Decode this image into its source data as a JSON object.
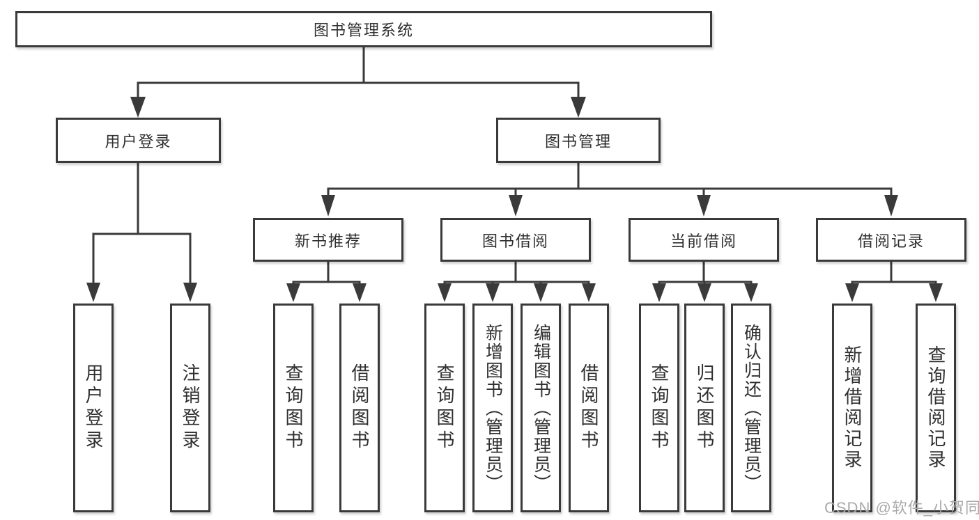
{
  "diagram": {
    "type": "hierarchy-tree",
    "root": {
      "label": "图书管理系统",
      "children": [
        {
          "label": "用户登录",
          "children": [
            {
              "label": "用户登录"
            },
            {
              "label": "注销登录"
            }
          ]
        },
        {
          "label": "图书管理",
          "children": [
            {
              "label": "新书推荐",
              "children": [
                {
                  "label": "查询图书"
                },
                {
                  "label": "借阅图书"
                }
              ]
            },
            {
              "label": "图书借阅",
              "children": [
                {
                  "label": "查询图书"
                },
                {
                  "label": "新增图书（管理员）"
                },
                {
                  "label": "编辑图书（管理员）"
                },
                {
                  "label": "借阅图书"
                }
              ]
            },
            {
              "label": "当前借阅",
              "children": [
                {
                  "label": "查询图书"
                },
                {
                  "label": "归还图书"
                },
                {
                  "label": "确认归还（管理员）"
                }
              ]
            },
            {
              "label": "借阅记录",
              "children": [
                {
                  "label": "新增借阅记录"
                },
                {
                  "label": "查询借阅记录"
                }
              ]
            }
          ]
        }
      ]
    }
  },
  "watermark": "CSDN @软件_小贺同学",
  "colors": {
    "line": "#3a3a3a",
    "box_border": "#3a3a3a",
    "text": "#2f2f2f",
    "background": "#ffffff",
    "watermark": "#a9a9a9"
  }
}
